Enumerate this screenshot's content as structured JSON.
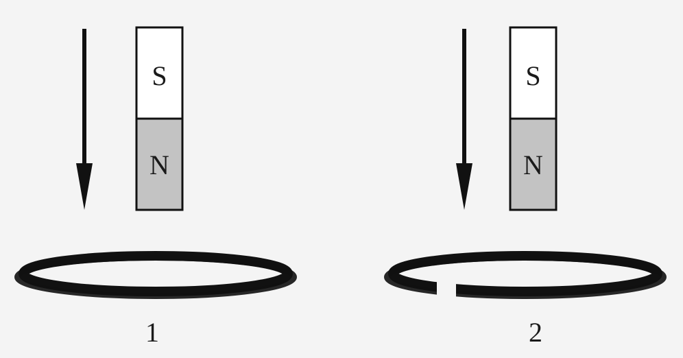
{
  "colors": {
    "background": "#f4f4f4",
    "ink": "#111111",
    "south_pole_fill": "#ffffff",
    "north_pole_fill": "#c3c3c3"
  },
  "figures": [
    {
      "magnet": {
        "top_pole": "S",
        "bottom_pole": "N"
      },
      "arrow_icon": "down-arrow-icon",
      "ring": "closed",
      "caption": "1"
    },
    {
      "magnet": {
        "top_pole": "S",
        "bottom_pole": "N"
      },
      "arrow_icon": "down-arrow-icon",
      "ring": "split",
      "caption": "2"
    }
  ]
}
